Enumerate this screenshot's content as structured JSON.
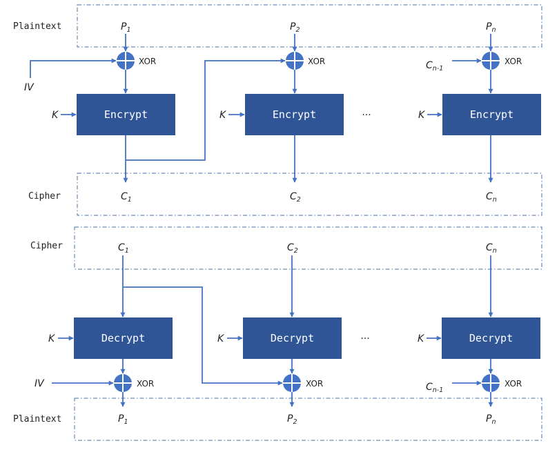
{
  "colors": {
    "box_fill": "#2f5597",
    "wire": "#4472c4",
    "region_border": "#4a6fa5"
  },
  "labels": {
    "plaintext": "Plaintext",
    "cipher": "Cipher",
    "encrypt": "Encrypt",
    "decrypt": "Decrypt",
    "xor": "XOR",
    "key": "K",
    "iv": "IV",
    "ellipsis": "···"
  },
  "vars": {
    "p1": {
      "base": "P",
      "sub": "1"
    },
    "p2": {
      "base": "P",
      "sub": "2"
    },
    "pn": {
      "base": "P",
      "sub": "n"
    },
    "c1": {
      "base": "C",
      "sub": "1"
    },
    "c2": {
      "base": "C",
      "sub": "2"
    },
    "cn": {
      "base": "C",
      "sub": "n"
    },
    "cn1": {
      "base": "C",
      "sub": "n-1"
    }
  }
}
